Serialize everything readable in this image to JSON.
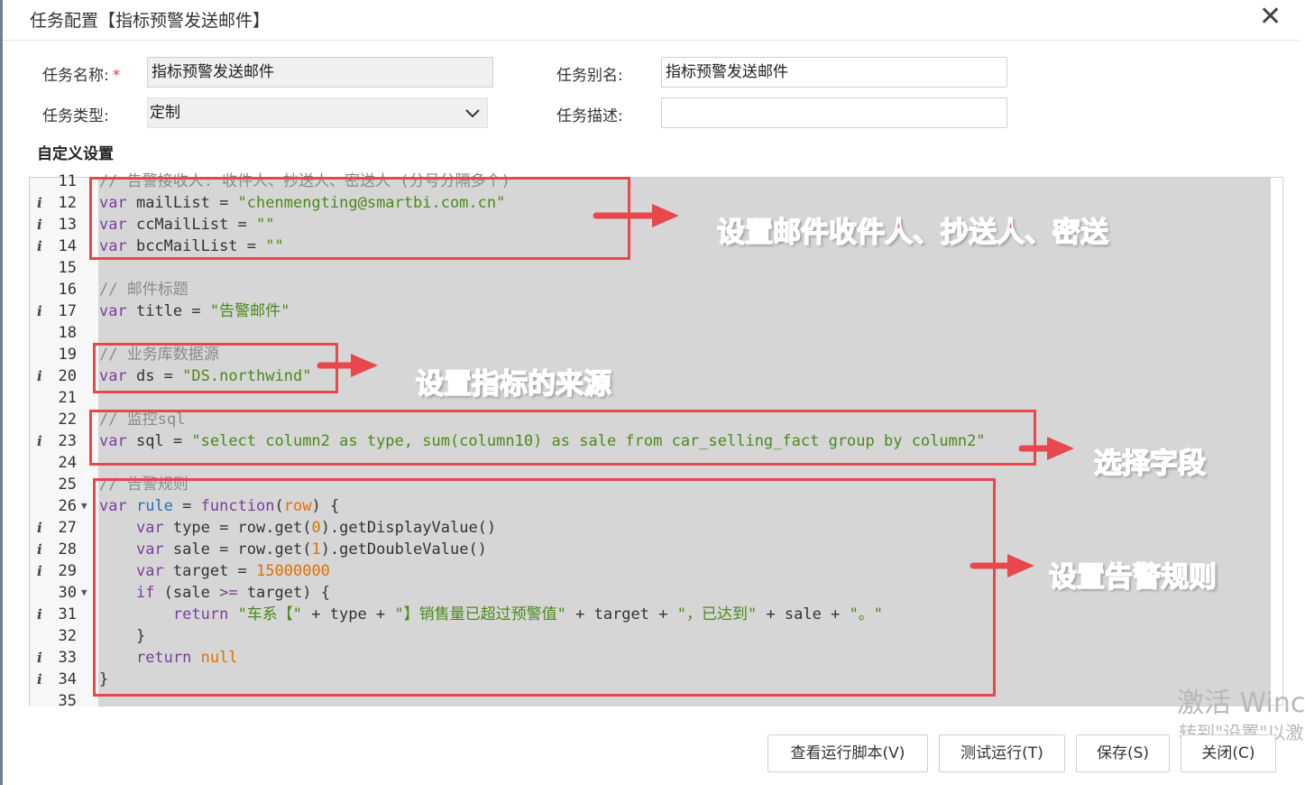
{
  "dialog": {
    "title": "任务配置【指标预警发送邮件】"
  },
  "form": {
    "name_label": "任务名称:",
    "required_mark": "*",
    "name_value": "指标预警发送邮件",
    "alias_label": "任务别名:",
    "alias_value": "指标预警发送邮件",
    "type_label": "任务类型:",
    "type_value": "定制",
    "desc_label": "任务描述:",
    "desc_value": ""
  },
  "section_title": "自定义设置",
  "code_lines": [
    {
      "n": "11",
      "info": false,
      "fold": false,
      "html": "<span class=\"cmt\">// 告警接收人: 收件人、抄送人、密送人 (分号分隔多个)</span>"
    },
    {
      "n": "12",
      "info": true,
      "fold": false,
      "html": "<span class=\"kw\">var</span> mailList = <span class=\"str\">\"chenmengting@smartbi.com.cn\"</span>"
    },
    {
      "n": "13",
      "info": true,
      "fold": false,
      "html": "<span class=\"kw\">var</span> ccMailList = <span class=\"str\">\"\"</span>"
    },
    {
      "n": "14",
      "info": true,
      "fold": false,
      "html": "<span class=\"kw\">var</span> bccMailList = <span class=\"str\">\"\"</span>"
    },
    {
      "n": "15",
      "info": false,
      "fold": false,
      "html": ""
    },
    {
      "n": "16",
      "info": false,
      "fold": false,
      "html": "<span class=\"cmt\">// 邮件标题</span>"
    },
    {
      "n": "17",
      "info": true,
      "fold": false,
      "html": "<span class=\"kw\">var</span> title = <span class=\"str\">\"告警邮件\"</span>"
    },
    {
      "n": "18",
      "info": false,
      "fold": false,
      "html": ""
    },
    {
      "n": "19",
      "info": false,
      "fold": false,
      "html": "<span class=\"cmt\">// 业务库数据源</span>"
    },
    {
      "n": "20",
      "info": true,
      "fold": false,
      "html": "<span class=\"kw\">var</span> ds = <span class=\"str\">\"DS.northwind\"</span>"
    },
    {
      "n": "21",
      "info": false,
      "fold": false,
      "html": ""
    },
    {
      "n": "22",
      "info": false,
      "fold": false,
      "html": "<span class=\"cmt\">// 监控sql</span>"
    },
    {
      "n": "23",
      "info": true,
      "fold": false,
      "html": "<span class=\"kw\">var</span> sql = <span class=\"str\">\"select column2 as type, sum(column10) as sale from car_selling_fact group by column2\"</span>"
    },
    {
      "n": "24",
      "info": false,
      "fold": false,
      "html": ""
    },
    {
      "n": "25",
      "info": false,
      "fold": false,
      "html": "<span class=\"cmt\">// 告警规则</span>"
    },
    {
      "n": "26",
      "info": false,
      "fold": true,
      "html": "<span class=\"kw\">var</span> <span class=\"fn\">rule</span> = <span class=\"kw\">function</span>(<span class=\"num\">row</span>) {"
    },
    {
      "n": "27",
      "info": true,
      "fold": false,
      "html": "    <span class=\"kw\">var</span> type = row.get(<span class=\"num\">0</span>).getDisplayValue()"
    },
    {
      "n": "28",
      "info": true,
      "fold": false,
      "html": "    <span class=\"kw\">var</span> sale = row.get(<span class=\"num\">1</span>).getDoubleValue()"
    },
    {
      "n": "29",
      "info": true,
      "fold": false,
      "html": "    <span class=\"kw\">var</span> target = <span class=\"num\">15000000</span>"
    },
    {
      "n": "30",
      "info": false,
      "fold": true,
      "html": "    <span class=\"kw\">if</span> (sale <span class=\"kw\">>=</span> target) {"
    },
    {
      "n": "31",
      "info": true,
      "fold": false,
      "html": "        <span class=\"kw\">return</span> <span class=\"str\">\"车系【\"</span> + type + <span class=\"str\">\"】销售量已超过预警值\"</span> + target + <span class=\"str\">\"，已达到\"</span> + sale + <span class=\"str\">\"。\"</span>"
    },
    {
      "n": "32",
      "info": false,
      "fold": false,
      "html": "    }"
    },
    {
      "n": "33",
      "info": true,
      "fold": false,
      "html": "    <span class=\"kw\">return</span> <span class=\"num\">null</span>"
    },
    {
      "n": "34",
      "info": true,
      "fold": false,
      "html": "}"
    },
    {
      "n": "35",
      "info": false,
      "fold": false,
      "html": ""
    }
  ],
  "annotations": {
    "recipients": "设置邮件收件人、抄送人、密送",
    "source": "设置指标的来源",
    "fields": "选择字段",
    "rules": "设置告警规则"
  },
  "watermark": {
    "line1": "激活 Winc",
    "line2": "转到\"设置\"以激"
  },
  "buttons": {
    "view_script": "查看运行脚本(V)",
    "test_run": "测试运行(T)",
    "save": "保存(S)",
    "close": "关闭(C)"
  },
  "colors": {
    "annotation_red": "#e8474c",
    "keyword": "#7a3e9d",
    "string": "#4a8a1a",
    "comment": "#8a8a8a",
    "number": "#e07000"
  }
}
